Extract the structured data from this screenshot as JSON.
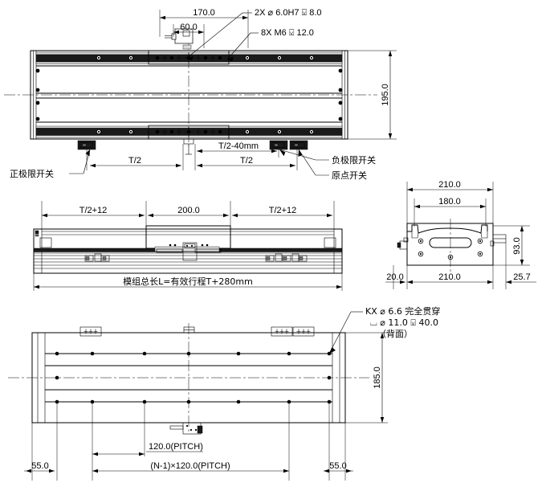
{
  "drawing": {
    "title": "Linear Motion Module Assembly Drawing",
    "units": "mm",
    "line_color": "#000000",
    "background": "#ffffff"
  },
  "top_view": {
    "name": "top-view",
    "dimensions": {
      "width_170": "170.0",
      "width_60": "60.0",
      "height_195": "195.0"
    },
    "callouts": {
      "dowel_holes": "2X  ⌀ 6.0H7 ⍌ 8.0",
      "tapped_holes": "8X  M6 ⍌ 12.0"
    },
    "stroke_dims": {
      "half_stroke_left": "T/2",
      "half_stroke_right": "T/2",
      "offset": "T/2-40mm"
    },
    "switch_labels": {
      "positive_limit": "正极限开关",
      "negative_limit": "负极限开关",
      "origin": "原点开关"
    }
  },
  "front_view": {
    "name": "front-view",
    "dimensions": {
      "left_segment": "T/2+12",
      "center_segment": "200.0",
      "right_segment": "T/2+12"
    },
    "overall_note": "模组总长L=有效行程T+280mm"
  },
  "side_view": {
    "name": "side-view",
    "dimensions": {
      "top_outer": "210.0",
      "top_inner": "180.0",
      "height": "93.0",
      "bottom_main": "210.0",
      "bottom_left": "20.0",
      "bottom_right": "25.7"
    }
  },
  "bottom_view": {
    "name": "bottom-view",
    "callout": {
      "line1": "KX ⌀ 6.6 完全贯穿",
      "line2": "⌴ ⌀ 11.0 ⍌ 40.0",
      "line3": "（背面）"
    },
    "dimensions": {
      "height_185": "185.0",
      "pitch": "120.0(PITCH)",
      "total_pitch": "(N-1)×120.0(PITCH)",
      "edge_left": "55.0",
      "edge_right": "55.0"
    }
  }
}
